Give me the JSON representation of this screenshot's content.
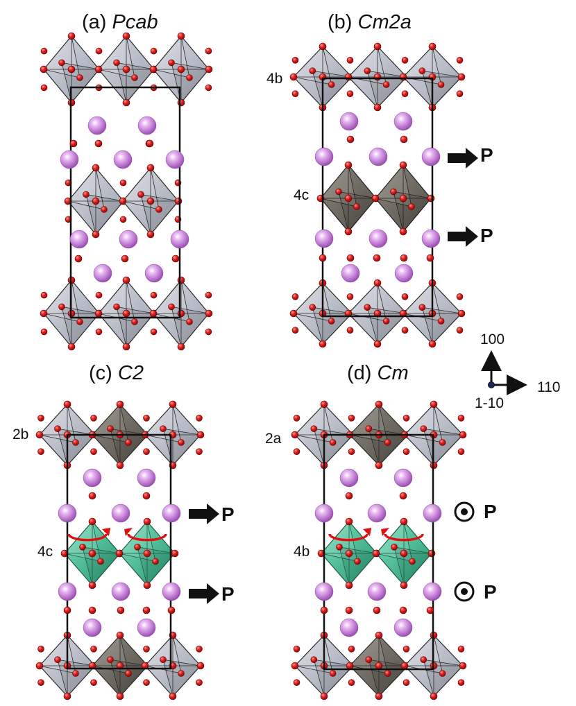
{
  "panels": [
    {
      "id": "a",
      "prefix": "(a) ",
      "group": "Pcab",
      "sites": [],
      "polarization": "none",
      "polarization_label": "",
      "rotation_arrows": false
    },
    {
      "id": "b",
      "prefix": "(b) ",
      "group": "Cm2a",
      "sites": [
        "4b",
        "4c"
      ],
      "polarization": "in-plane",
      "polarization_label": "P",
      "rotation_arrows": false
    },
    {
      "id": "c",
      "prefix": "(c) ",
      "group": "C2",
      "sites": [
        "2b",
        "4c"
      ],
      "polarization": "in-plane",
      "polarization_label": "P",
      "rotation_arrows": true
    },
    {
      "id": "d",
      "prefix": "(d) ",
      "group": "Cm",
      "sites": [
        "2a",
        "4b"
      ],
      "polarization": "out-of-plane",
      "polarization_label": "P",
      "rotation_arrows": true
    }
  ],
  "labels": {
    "a_title_prefix": "(a) ",
    "a_title_group": "Pcab",
    "b_title_prefix": "(b) ",
    "b_title_group": "Cm2a",
    "c_title_prefix": "(c) ",
    "c_title_group": "C2",
    "d_title_prefix": "(d) ",
    "d_title_group": "Cm",
    "b_site_top": "4b",
    "b_site_mid": "4c",
    "c_site_top": "2b",
    "c_site_mid": "4c",
    "d_site_top": "2a",
    "d_site_mid": "4b",
    "p": "P"
  },
  "axes": {
    "up": "100",
    "right": "110",
    "out": "1-10"
  },
  "colors": {
    "oxygen": "#d81e1e",
    "a_cation": "#c87ad9",
    "octahedron_gray": "#b4b8c4",
    "octahedron_dark": "#6f6a60",
    "octahedron_green": "#3fbf8f",
    "rotation_arrow": "#e01010",
    "cell": "#111111"
  }
}
